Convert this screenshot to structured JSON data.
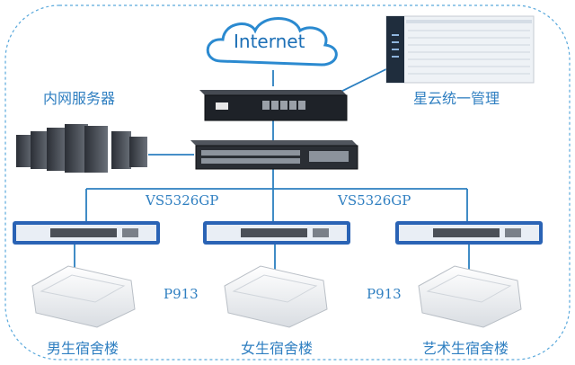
{
  "internet_label": "Internet",
  "management_label": "星云统一管理",
  "server_label": "内网服务器",
  "switch_model_left": "VS5326GP",
  "switch_model_right": "VS5326GP",
  "ap_model_left": "P913",
  "ap_model_right": "P913",
  "dorm_labels": {
    "left": "男生宿舍楼",
    "middle": "女生宿舍楼",
    "right": "艺术生宿舍楼"
  },
  "colors": {
    "frame_dash": "#5aa9dc",
    "line": "#2b7fc0",
    "cloud_stroke": "#2b8ad0",
    "label": "#2f7fc1",
    "switch_blue": "#2a63b5"
  }
}
